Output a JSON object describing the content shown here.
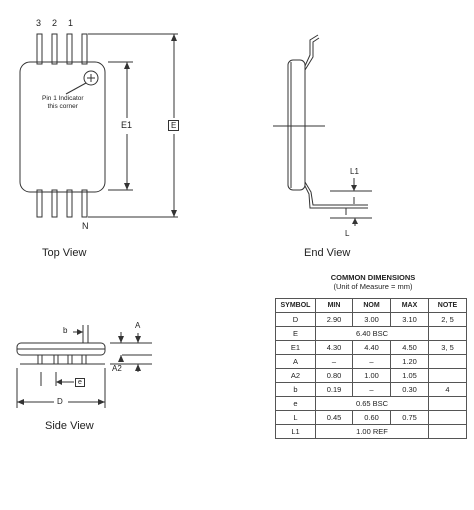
{
  "top_view": {
    "pin_labels": [
      "3",
      "2",
      "1"
    ],
    "pin_n_label": "N",
    "pin1_note": [
      "Pin 1 Indicator",
      "this corner"
    ],
    "dim_e1": "E1",
    "dim_e": "E",
    "caption": "Top View"
  },
  "end_view": {
    "dim_l1": "L1",
    "dim_l": "L",
    "caption": "End View"
  },
  "side_view": {
    "dim_b": "b",
    "dim_a": "A",
    "dim_a2": "A2",
    "dim_e": "e",
    "dim_d": "D",
    "caption": "Side View"
  },
  "table": {
    "title": "COMMON DIMENSIONS",
    "subtitle": "(Unit of Measure = mm)",
    "headers": [
      "SYMBOL",
      "MIN",
      "NOM",
      "MAX",
      "NOTE"
    ],
    "rows": [
      {
        "symbol": "D",
        "min": "2.90",
        "nom": "3.00",
        "max": "3.10",
        "note": "2, 5"
      },
      {
        "symbol": "E",
        "span": "6.40 BSC",
        "note": ""
      },
      {
        "symbol": "E1",
        "min": "4.30",
        "nom": "4.40",
        "max": "4.50",
        "note": "3, 5"
      },
      {
        "symbol": "A",
        "min": "–",
        "nom": "–",
        "max": "1.20",
        "note": ""
      },
      {
        "symbol": "A2",
        "min": "0.80",
        "nom": "1.00",
        "max": "1.05",
        "note": ""
      },
      {
        "symbol": "b",
        "min": "0.19",
        "nom": "–",
        "max": "0.30",
        "note": "4"
      },
      {
        "symbol": "e",
        "span": "0.65 BSC",
        "note": ""
      },
      {
        "symbol": "L",
        "min": "0.45",
        "nom": "0.60",
        "max": "0.75",
        "note": ""
      },
      {
        "symbol": "L1",
        "span": "1.00 REF",
        "note": ""
      }
    ]
  }
}
